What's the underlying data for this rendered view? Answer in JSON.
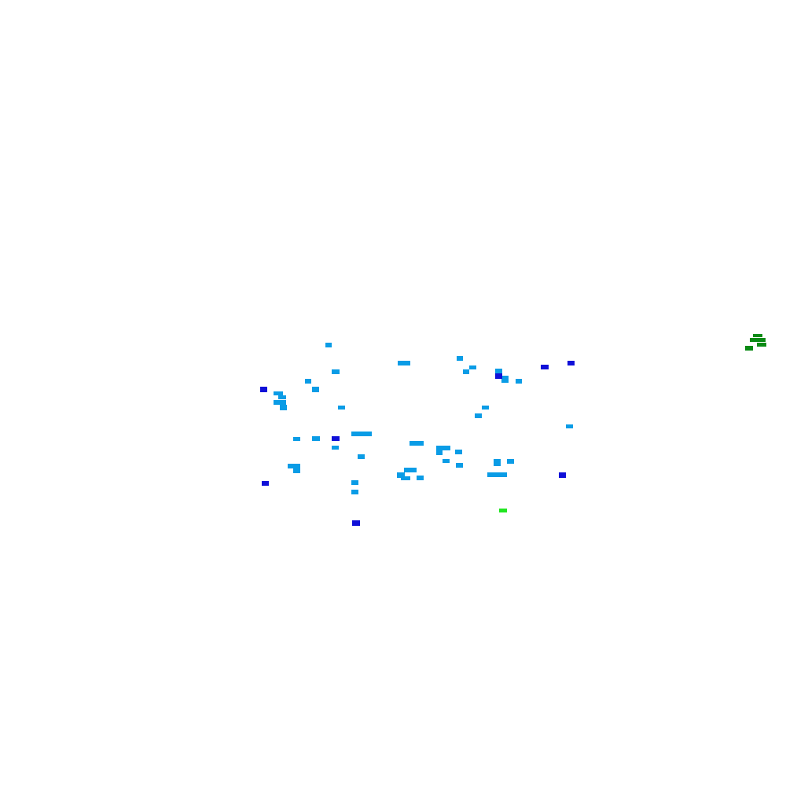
{
  "palette": {
    "background": "#ffffff",
    "light_blue": "#0a9ce6",
    "dark_blue": "#1010d8",
    "lime_green": "#22e622",
    "dark_green": "#0a8a14"
  },
  "marks": {
    "light_blue_count": 52,
    "dark_blue_count": 9,
    "lime_green_count": 1,
    "dark_green_count": 1
  }
}
